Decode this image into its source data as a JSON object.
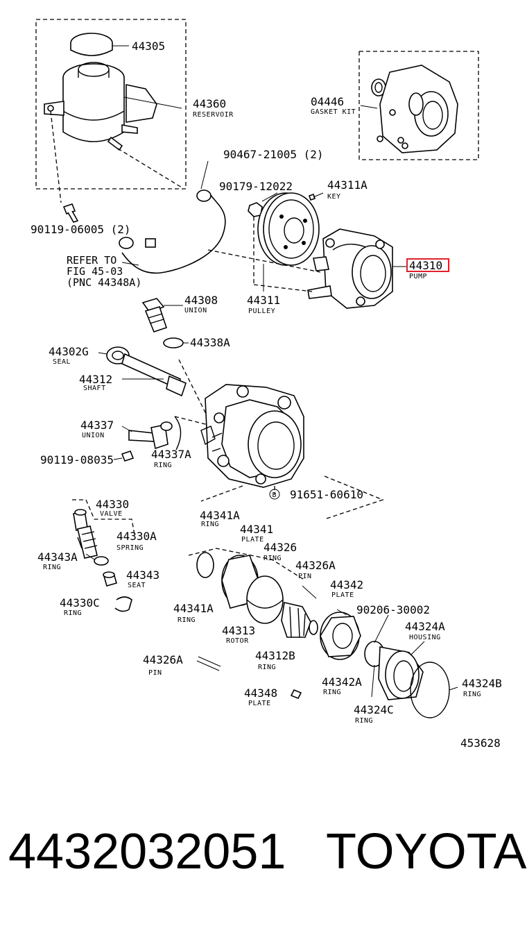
{
  "parts": [
    {
      "pn": "44305",
      "name": ""
    },
    {
      "pn": "44360",
      "name": "RESERVOIR"
    },
    {
      "pn": "04446",
      "name": "GASKET KIT"
    },
    {
      "pn": "90467-21005 (2)",
      "name": ""
    },
    {
      "pn": "90179-12022",
      "name": ""
    },
    {
      "pn": "44311A",
      "name": "KEY"
    },
    {
      "pn": "90119-06005 (2)",
      "name": ""
    },
    {
      "pn": "44310",
      "name": "PUMP"
    },
    {
      "pn": "44311",
      "name": "PULLEY"
    },
    {
      "pn": "44308",
      "name": "UNION"
    },
    {
      "pn": "44338A",
      "name": ""
    },
    {
      "pn": "44302G",
      "name": "SEAL"
    },
    {
      "pn": "44312",
      "name": "SHAFT"
    },
    {
      "pn": "44337",
      "name": "UNION"
    },
    {
      "pn": "44337A",
      "name": "RING"
    },
    {
      "pn": "90119-08035",
      "name": ""
    },
    {
      "pn": "91651-60610",
      "name": ""
    },
    {
      "pn": "44330",
      "name": "VALVE"
    },
    {
      "pn": "44341A",
      "name": "RING"
    },
    {
      "pn": "44341",
      "name": "PLATE"
    },
    {
      "pn": "44330A",
      "name": "SPRING"
    },
    {
      "pn": "44326",
      "name": "RING"
    },
    {
      "pn": "44343A",
      "name": "RING"
    },
    {
      "pn": "44326A",
      "name": "PIN"
    },
    {
      "pn": "44343",
      "name": "SEAT"
    },
    {
      "pn": "44342",
      "name": "PLATE"
    },
    {
      "pn": "44330C",
      "name": "RING"
    },
    {
      "pn": "90206-30002",
      "name": ""
    },
    {
      "pn": "44341A",
      "name": "RING"
    },
    {
      "pn": "44324A",
      "name": "HOUSING"
    },
    {
      "pn": "44313",
      "name": "ROTOR"
    },
    {
      "pn": "44326A",
      "name": "PIN"
    },
    {
      "pn": "44312B",
      "name": "RING"
    },
    {
      "pn": "44342A",
      "name": "RING"
    },
    {
      "pn": "44324B",
      "name": "RING"
    },
    {
      "pn": "44348",
      "name": "PLATE"
    },
    {
      "pn": "44324C",
      "name": "RING"
    }
  ],
  "refer": {
    "line1": "REFER TO",
    "line2": "FIG 45-03",
    "line3": "(PNC 44348A)"
  },
  "bolt_marker": "B",
  "highlight_pn": "44310",
  "highlight_color": "#e0202a",
  "figure_code": "453628",
  "footer": {
    "part_number": "4432032051",
    "brand": "TOYOTA"
  }
}
